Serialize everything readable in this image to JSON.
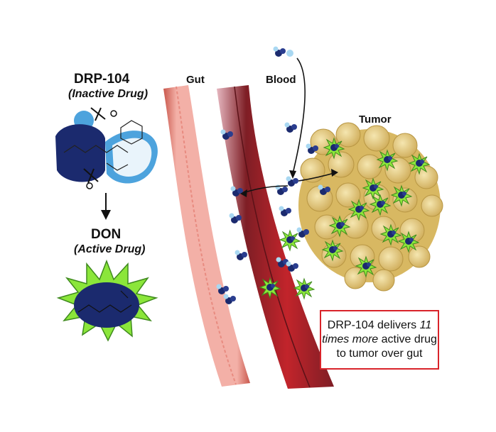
{
  "drug": {
    "name": "DRP-104",
    "state": "(Inactive Drug)"
  },
  "product": {
    "name": "DON",
    "state": "(Active Drug)"
  },
  "regions": {
    "gut": "Gut",
    "blood": "Blood",
    "tumor": "Tumor"
  },
  "callout": {
    "pre": "DRP-104 delivers ",
    "emph1": "11",
    "line2_emph": "times more",
    "line2_rest": " active drug",
    "line3": "to tumor over gut"
  },
  "colors": {
    "drug_navy": "#1b2a6e",
    "active_green": "#8be63a",
    "blood_red": "#b3202a",
    "gut_pink": "#f2a6a0",
    "tumor_tan": "#e3c97a",
    "callout_red": "#d9232a"
  }
}
